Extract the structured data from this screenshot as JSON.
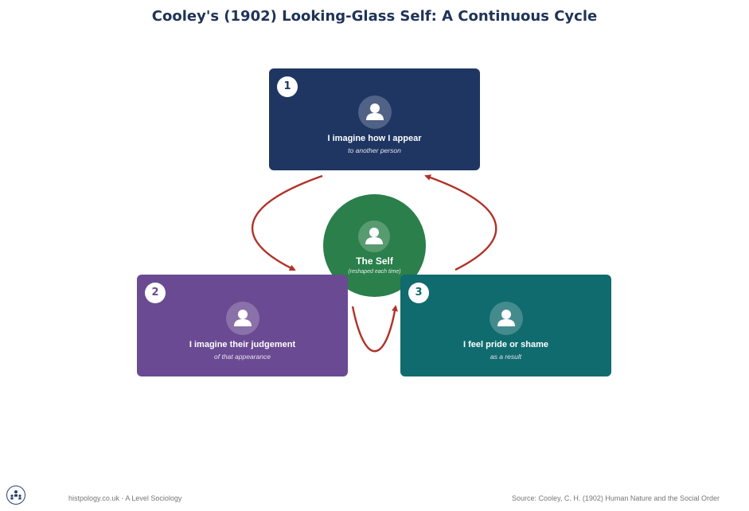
{
  "title": "Cooley's (1902) Looking-Glass Self: A Continuous Cycle",
  "colors": {
    "title": "#1f3358",
    "step_1": "#1f3663",
    "step_2": "#6a4a92",
    "step_3": "#106b6e",
    "self": "#2a7f4a",
    "arrows": "#b03228"
  },
  "steps": [
    {
      "number": "1",
      "label": "I imagine how I appear",
      "sublabel": "to another person",
      "icon": "person-icon"
    },
    {
      "number": "2",
      "label": "I imagine their judgement",
      "sublabel": "of that appearance",
      "icon": "person-icon"
    },
    {
      "number": "3",
      "label": "I feel pride or shame",
      "sublabel": "as a result",
      "icon": "person-icon"
    }
  ],
  "center": {
    "label": "The Self",
    "sublabel": "(reshaped each time)",
    "icon": "person-icon"
  },
  "footer": {
    "left": "histpology.co.uk · A Level Sociology",
    "right": "Source: Cooley, C. H. (1902) Human Nature and the Social Order",
    "logo_icon": "people-group-icon"
  }
}
